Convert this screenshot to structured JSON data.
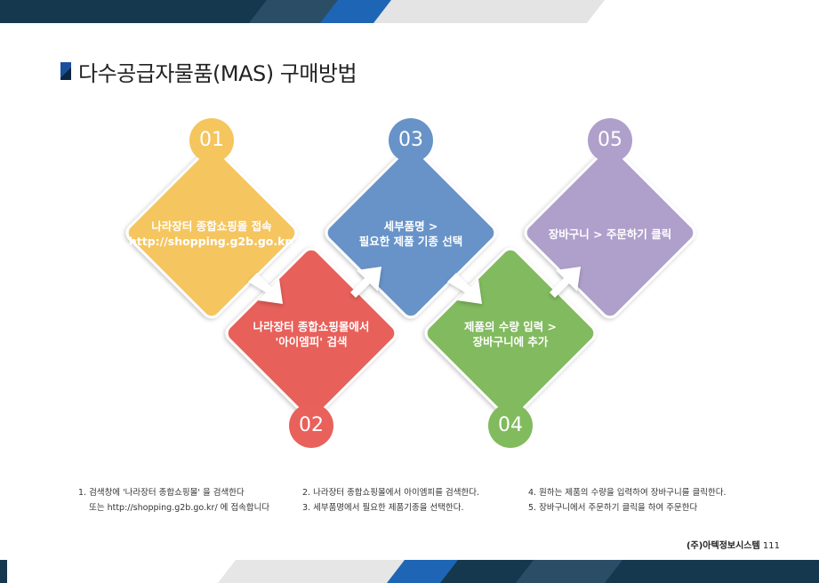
{
  "title": "다수공급자물품(MAS) 구매방법",
  "steps": [
    {
      "num": "01",
      "line1": "나라장터 종합쇼핑몰 접속",
      "line2": "http://shopping.g2b.go.kr/",
      "color": "#f5c55e"
    },
    {
      "num": "02",
      "line1": "나라장터 종합쇼핑몰에서",
      "line2": "'아이엠피' 검색",
      "color": "#e8615a"
    },
    {
      "num": "03",
      "line1": "세부품명 >",
      "line2": "필요한 제품 기종 선택",
      "color": "#6893c8"
    },
    {
      "num": "04",
      "line1": "제품의 수량 입력 >",
      "line2": "장바구니에 추가",
      "color": "#82ba5e"
    },
    {
      "num": "05",
      "line1": "장바구니 >  주문하기 클릭",
      "line2": "",
      "color": "#af9fcb"
    }
  ],
  "notes": {
    "col1": [
      "1. 검색창에 '나라장터 종합쇼핑몰' 을 검색한다",
      "    또는 http://shopping.g2b.go.kr/ 에 접속합니다"
    ],
    "col2": [
      "2. 나라장터 종합쇼핑몰에서 아이엠피를 검색한다.",
      "3. 세부품명에서 필요한 제품기종을 선택한다."
    ],
    "col3": [
      "4. 원하는 제품의 수량을 입력하여 장바구니를 클릭한다.",
      "5. 장바구니에서 주문하기 클릭을 하여 주문한다"
    ]
  },
  "footer": {
    "company": "(주)아텍정보시스템",
    "page": "111"
  }
}
